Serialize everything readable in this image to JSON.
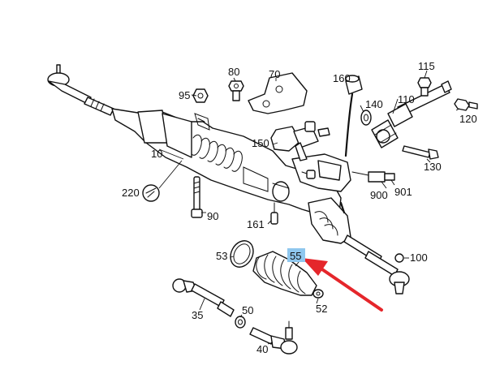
{
  "callouts": {
    "c10": "10",
    "c35": "35",
    "c40": "40",
    "c50": "50",
    "c52": "52",
    "c53": "53",
    "c55": "55",
    "c70": "70",
    "c80": "80",
    "c90": "90",
    "c95": "95",
    "c100": "100",
    "c110": "110",
    "c115": "115",
    "c120": "120",
    "c130": "130",
    "c140": "140",
    "c150": "150",
    "c160": "160",
    "c161": "161",
    "c220": "220",
    "c900": "900",
    "c901": "901"
  },
  "highlight": {
    "part": "55",
    "box_color": "#8fc7ee",
    "arrow_color": "#e5262b"
  }
}
